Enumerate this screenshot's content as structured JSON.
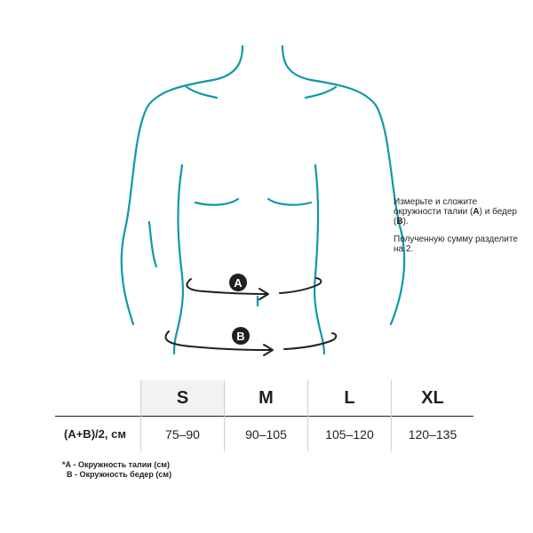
{
  "illustration": {
    "outline_color": "#0e98a8",
    "arrow_color": "#231f20",
    "marker_a": "A",
    "marker_b": "B"
  },
  "instructions": {
    "p1_pre": "Измерьте и сложите окружности талии (",
    "p1_a": "А",
    "p1_mid": ") и бедер (",
    "p1_b": "В",
    "p1_post": ").",
    "p2": "Полученную сумму разделите на 2."
  },
  "size_table": {
    "columns": [
      "S",
      "M",
      "L",
      "XL"
    ],
    "row_label": "(А+В)/2, см",
    "values": [
      "75–90",
      "90–105",
      "105–120",
      "120–135"
    ]
  },
  "footnotes": {
    "a": "*А - Окружность талии (см)",
    "b": "  В - Окружность бедер (см)"
  }
}
